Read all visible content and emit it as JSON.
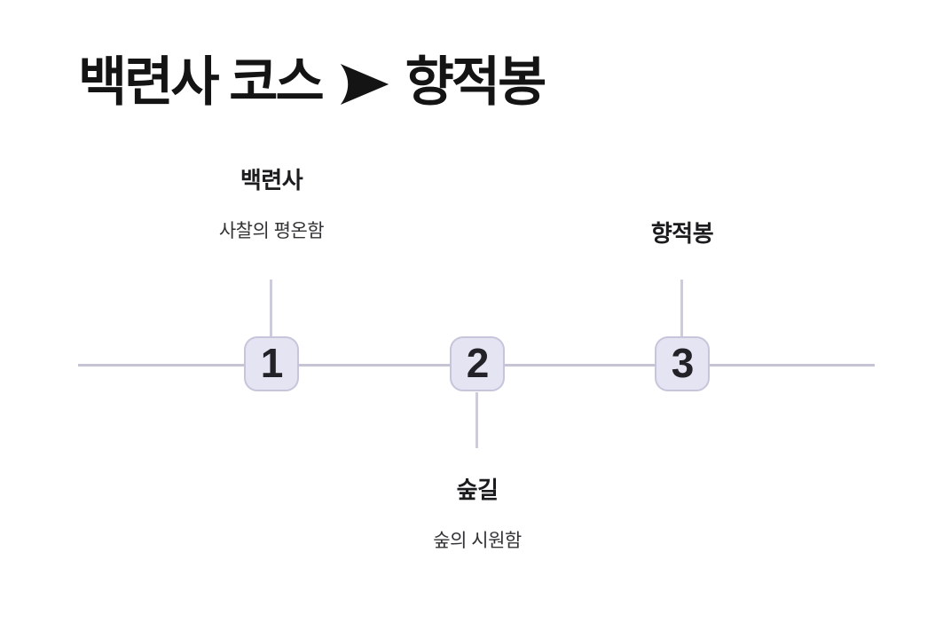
{
  "title": {
    "left": "백련사 코스",
    "arrow": "➤",
    "right": "향적봉"
  },
  "timeline": {
    "axis_color": "#c6c4d4",
    "node_fill": "#e5e4f2",
    "node_border": "#c7c5db",
    "steps": [
      {
        "number": "1",
        "title": "백련사",
        "subtitle": "사찰의 평온함",
        "label_position": "above"
      },
      {
        "number": "2",
        "title": "숲길",
        "subtitle": "숲의 시원함",
        "label_position": "below"
      },
      {
        "number": "3",
        "title": "향적봉",
        "subtitle": "",
        "label_position": "above"
      }
    ]
  },
  "colors": {
    "background": "#ffffff",
    "heading_text": "#141414",
    "step_title_text": "#1c1c1e",
    "subtitle_text": "#333336",
    "number_text": "#222228"
  }
}
